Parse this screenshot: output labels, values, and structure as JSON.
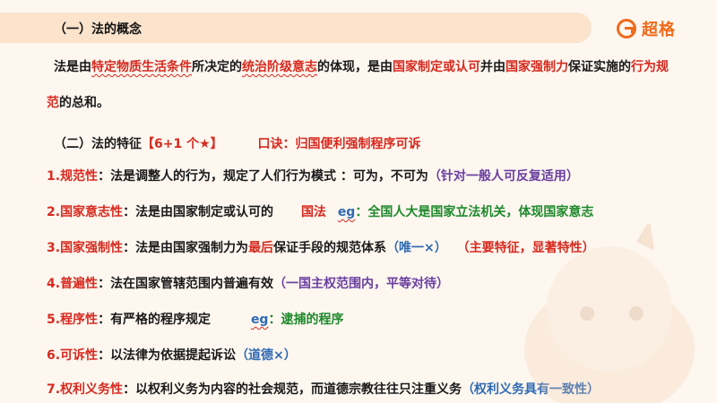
{
  "header": {
    "title": "（一）法的概念"
  },
  "logo": {
    "text": "超格"
  },
  "definition": {
    "p1": "法是由",
    "p2": "特定物质生活条件",
    "p3": "所决定的",
    "p4": "统治阶级意志",
    "p5": "的体现，是由",
    "p6": "国家制定或认可",
    "p7": "并由",
    "p8": "国家强制力",
    "p9": "保证实施的",
    "p10": "行为规",
    "p11": "范",
    "p12": "的总和。"
  },
  "section2": {
    "title": "（二）法的特征",
    "badge": "【6+1 个★】",
    "mnemonic": "口诀：归国便利强制程序可诉"
  },
  "features": [
    {
      "num": "1.",
      "name": "规范性",
      "sep": "：",
      "desc": "法是调整人的行为，规定了人们行为模式 ：可为，不可为",
      "note": "（针对一般人可反复适用）"
    },
    {
      "num": "2.",
      "name": "国家意志性",
      "sep": "：",
      "desc": "法是由国家制定或认可的",
      "mid": "国法",
      "eg": "eg",
      "note": "：全国人大是国家立法机关，体现国家意志"
    },
    {
      "num": "3.",
      "name": "国家强制性",
      "sep": "：",
      "desc_a": "法是由国家强制力为",
      "desc_b": "最后",
      "desc_c": "保证手段的规范体系",
      "note1": "（唯一×）",
      "note2": "（主要特征，显著特性）"
    },
    {
      "num": "4.",
      "name": "普遍性",
      "sep": "：",
      "desc": "法在国家管辖范围内普遍有效",
      "note": "（一国主权范围内，平等对待）"
    },
    {
      "num": "5.",
      "name": "程序性",
      "sep": "：",
      "desc": "有严格的程序规定",
      "eg": "eg",
      "note": "：逮捕的程序"
    },
    {
      "num": "6.",
      "name": "可诉性",
      "sep": "：",
      "desc": "以法律为依据提起诉讼",
      "note": "（道德×）"
    },
    {
      "num": "7.",
      "name": "权利义务性",
      "sep": "：",
      "desc": "以权利义务为内容的社会规范，而道德宗教往往只注重义务",
      "note": "（权利义务具有一致性）"
    }
  ]
}
